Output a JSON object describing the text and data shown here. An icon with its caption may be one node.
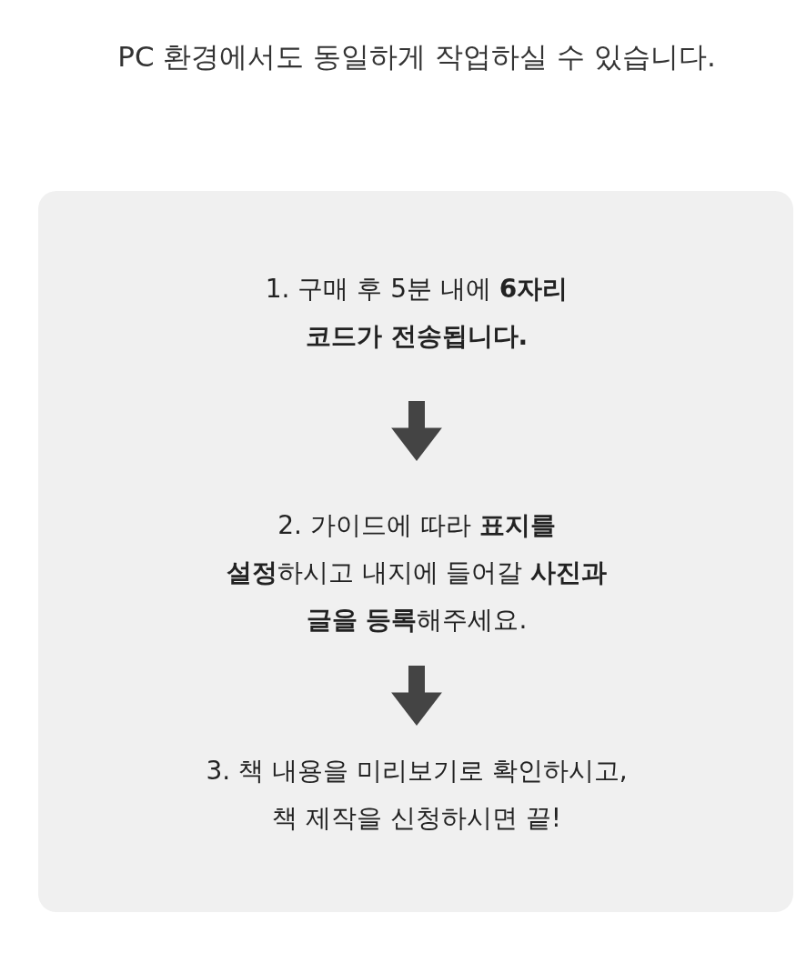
{
  "diagram": {
    "title": "PC 환경에서도 동일하게 작업하실 수 있습니다.",
    "nodes": [
      {
        "text": [
          "1. 구매 후 5분 내에 **6자리 코드가 전송됩니다.**"
        ]
      },
      {
        "text": [
          "2. 가이드에 따라 **표지를 설정**하시고 내지에 들어갈 **사진과 글을 등록**해주세요."
        ]
      },
      {
        "text": [
          "3. 책 내용을 미리보기로 확인하시고, 책 제작을 신청하시면 끝!"
        ]
      }
    ],
    "edges": [
      {
        "from": 0,
        "to": 1,
        "arrow": "to"
      },
      {
        "from": 1,
        "to": 2,
        "arrow": "to"
      }
    ]
  }
}
